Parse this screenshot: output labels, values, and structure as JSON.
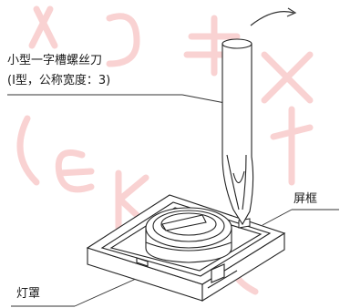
{
  "labels": {
    "tool_line1": "小型一字槽螺丝刀",
    "tool_line2": "(I型，公称宽度：3)",
    "frame": "屏框",
    "shade": "灯罩"
  },
  "watermark": {
    "color": "#f6b9b9"
  },
  "line_color": "#222222"
}
